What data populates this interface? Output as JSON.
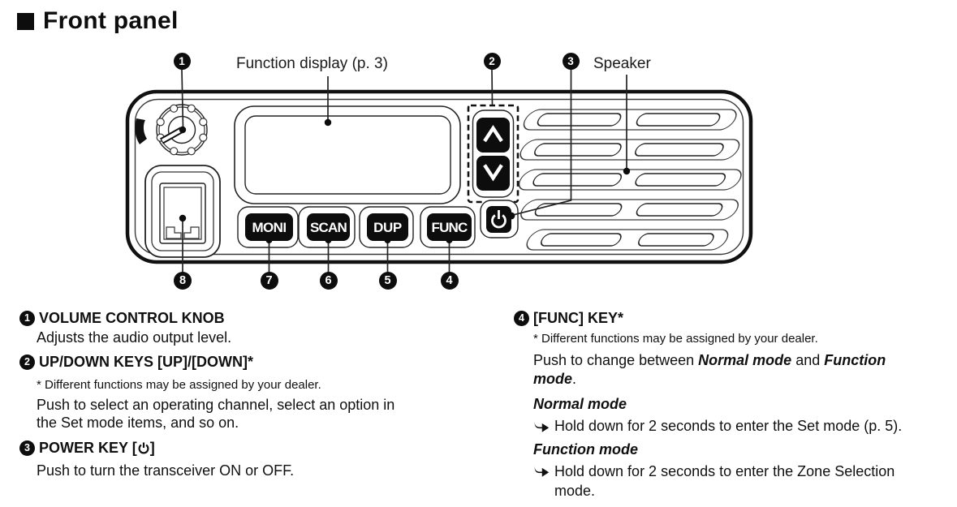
{
  "title": {
    "text": "Front panel"
  },
  "diagram": {
    "function_display_label": "Function display (p. 3)",
    "speaker_label": "Speaker",
    "top_callouts": [
      "1",
      "2",
      "3"
    ],
    "bottom_callouts": [
      "8",
      "7",
      "6",
      "5",
      "4"
    ],
    "buttons": [
      "MONI",
      "SCAN",
      "DUP",
      "FUNC"
    ]
  },
  "descriptions": {
    "left": {
      "volume": {
        "num": "1",
        "heading": "VOLUME CONTROL KNOB",
        "lines": [
          "Adjusts the audio output level."
        ]
      },
      "updown": {
        "num": "2",
        "heading": "UP/DOWN KEYS [UP]/[DOWN]*",
        "note": "* Different functions may be assigned by your dealer.",
        "lines": [
          "Push to select an operating channel, select an option in",
          "the Set mode items, and so on."
        ]
      },
      "power": {
        "num": "3",
        "heading_prefix": "POWER KEY [",
        "heading_suffix": "]",
        "lines": [
          "Push to turn the transceiver ON or OFF."
        ]
      }
    },
    "right": {
      "func": {
        "num": "4",
        "heading": "[FUNC] KEY*",
        "note": "* Different functions may be assigned by your dealer.",
        "body": [
          {
            "segs": [
              "Push to change between ",
              "Normal mode",
              " and ",
              "Function"
            ]
          },
          {
            "segs": [
              "mode",
              "."
            ]
          }
        ],
        "modes": [
          {
            "name": "Normal mode",
            "lines": [
              "Hold down for 2 seconds to enter the Set mode (p. 5)."
            ]
          },
          {
            "name": "Function mode",
            "lines": [
              "Hold down for 2 seconds to enter the Zone Selection",
              "mode."
            ]
          }
        ]
      }
    }
  }
}
